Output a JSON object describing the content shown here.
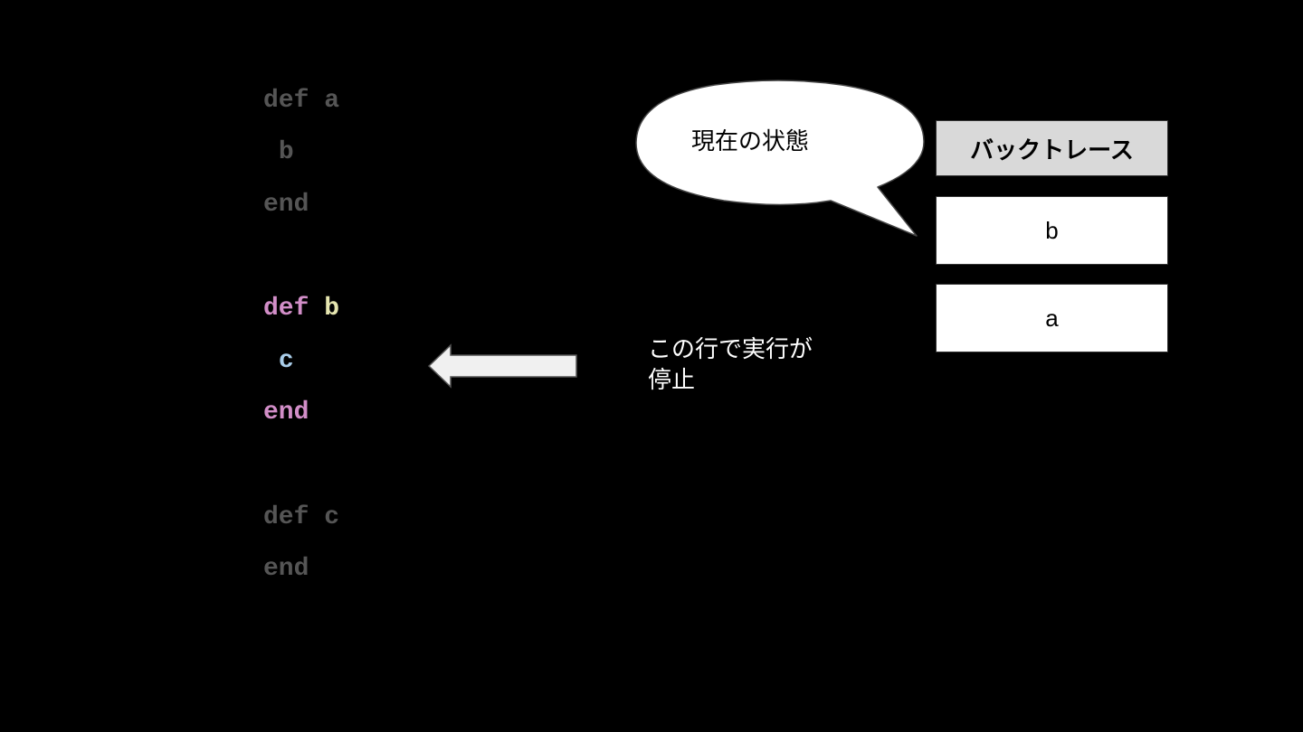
{
  "code": {
    "block_a": {
      "line1_kw": "def",
      "line1_name": "a",
      "line2": "b",
      "line3": "end"
    },
    "block_b": {
      "line1_kw": "def",
      "line1_name": "b",
      "line2": "c",
      "line3": "end"
    },
    "block_c": {
      "line1_kw": "def",
      "line1_name": "c",
      "line2": "end"
    }
  },
  "annotation": {
    "stop_line1": "この行で実行が",
    "stop_line2": "停止"
  },
  "bubble": {
    "text": "現在の状態"
  },
  "backtrace": {
    "header": "バックトレース",
    "frames": [
      "b",
      "a"
    ]
  },
  "colors": {
    "background": "#000000",
    "dimmed_code": "#555555",
    "keyword": "#d28ec8",
    "function_name": "#e6e6b0",
    "call": "#a9cde9",
    "header_fill": "#d9d9d9"
  }
}
